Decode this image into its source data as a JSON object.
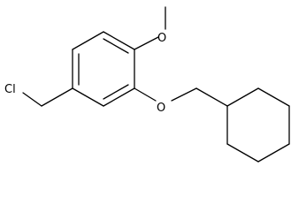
{
  "molecule": {
    "atoms": {
      "methoxy_oxygen": "O",
      "ether_oxygen": "O",
      "chlorine": "Cl"
    }
  },
  "colors": {
    "bond": "#000000",
    "label": "#000000",
    "background": "#ffffff"
  }
}
